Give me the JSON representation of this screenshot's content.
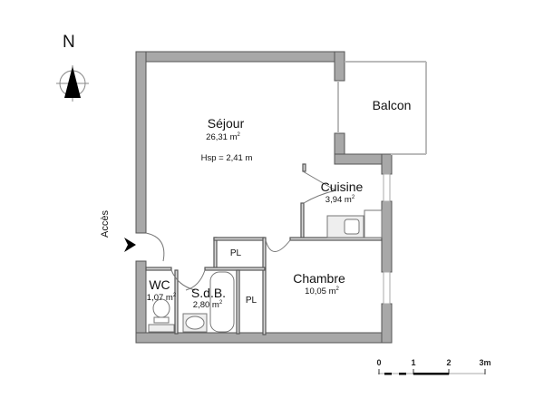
{
  "compass": {
    "label": "N"
  },
  "entrance": {
    "label": "Accès"
  },
  "rooms": {
    "sejour": {
      "name": "Séjour",
      "area": "26,31 m",
      "height": "Hsp = 2,41 m"
    },
    "balcon": {
      "name": "Balcon"
    },
    "cuisine": {
      "name": "Cuisine",
      "area": "3,94 m"
    },
    "chambre": {
      "name": "Chambre",
      "area": "10,05 m"
    },
    "wc": {
      "name": "WC",
      "area": "1,07 m"
    },
    "sdb": {
      "name": "S.d.B.",
      "area": "2,80 m"
    },
    "pl1": {
      "name": "PL"
    },
    "pl2": {
      "name": "PL"
    }
  },
  "area_unit_exponent": "2",
  "scale": {
    "ticks": [
      "0",
      "1",
      "2",
      "3m"
    ]
  },
  "colors": {
    "wall": "#a8a8a8",
    "wall_outline": "#555555",
    "fixture": "#777777"
  }
}
